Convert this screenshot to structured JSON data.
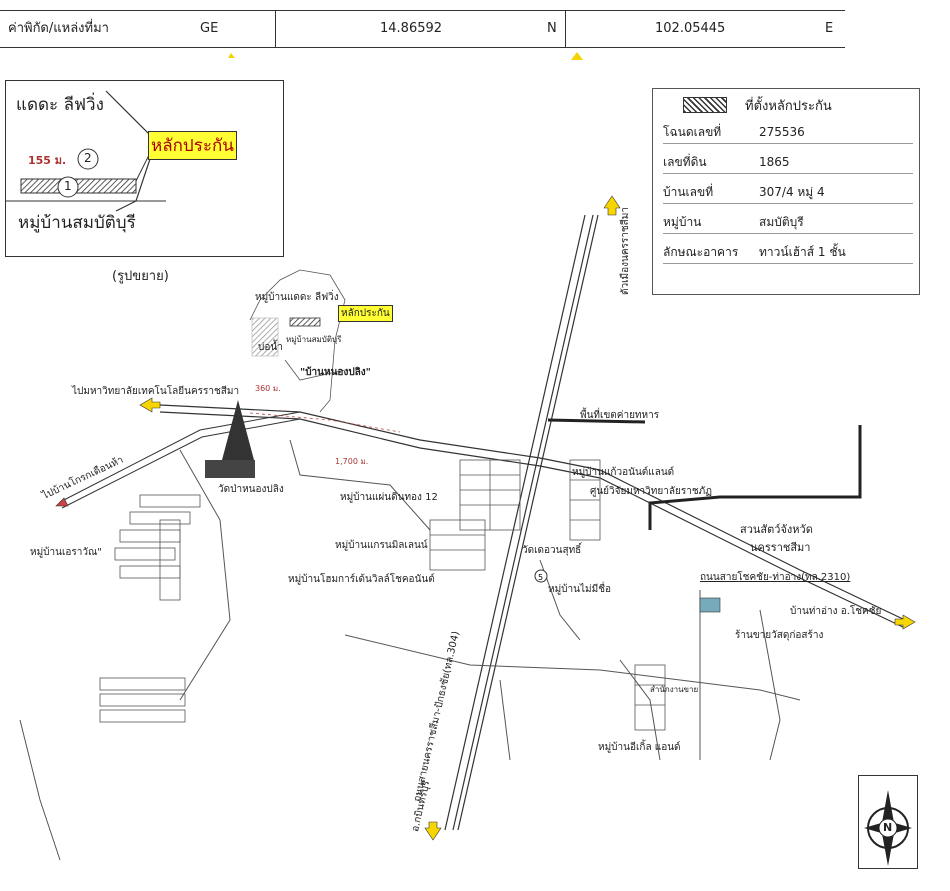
{
  "header": {
    "field_label": "ค่าพิกัด/แหล่งที่มา",
    "source": "GE",
    "latitude": "14.86592",
    "lat_dir": "N",
    "longitude": "102.05445",
    "lon_dir": "E"
  },
  "legend": {
    "swatch_label": "ที่ตั้งหลักประกัน",
    "rows": [
      {
        "key": "โฉนดเลขที่",
        "value": "275536"
      },
      {
        "key": "เลขที่ดิน",
        "value": "1865"
      },
      {
        "key": "บ้านเลขที่",
        "value": "307/4 หมู่ 4"
      },
      {
        "key": "หมู่บ้าน",
        "value": "สมบัติบุรี"
      },
      {
        "key": "ลักษณะอาคาร",
        "value": "ทาวน์เฮ้าส์ 1 ชั้น"
      }
    ]
  },
  "inset": {
    "village_top": "แดดะ ลีฟวิ่ง",
    "collateral": "หลักประกัน",
    "distance": "155 ม.",
    "marker1": "1",
    "marker2": "2",
    "village_bottom": "หมู่บ้านสมบัติบุรี",
    "caption": "(รูปขยาย)"
  },
  "map": {
    "labels": {
      "village_daddy": "หมู่บ้านแดดะ ลีฟวิ่ง",
      "collateral_small": "หลักประกัน",
      "pond": "บ่อน้ำ",
      "village_sombat": "หมู่บ้านสมบัติบุรี",
      "ban_nongpling": "\"บ้านหนองปลิง\"",
      "dist_small": "360 ม.",
      "to_tech_college": "ไปมหาวิทยาลัยเทคโนโลยีนครราชสีมา",
      "to_friendship": "ไปบ้านโกรกเดือนห้า",
      "wat": "วัดป่าหนองปลิง",
      "village_aerawan": "หมู่บ้านเอราวัณ\"",
      "dist_1700": "1,700 ม.",
      "military": "พื้นที่เขตค่ายทหาร",
      "village_phaendin": "หมู่บ้านแผ่นดินทอง 12",
      "village_grand": "หมู่บ้านแกรนมิลเลนน์",
      "village_home": "หมู่บ้านโฮมการ์เด้นวิลล์โชคอนันต์",
      "village_kaew": "หมู่บ้านแก้วอนันต์แลนด์",
      "research_center": "ศูนย์วิจัยมหาวิทยาลัยราชภัฏ",
      "zoo_1": "สวนสัตว์จังหวัด",
      "zoo_2": "นครราชสีมา",
      "dental_clinic": "วัดเดอวนสุทธิ์",
      "village_nameless": "หมู่บ้านไม่มีชื่อ",
      "road_2310": "ถนนสายโชคชัย-ท่าอ่าง(ทล.2310)",
      "ban_thaang": "บ้านท่าอ่าง อ.โชคชัย",
      "shop": "ร้านขายวัสดุก่อสร้าง",
      "office": "สำนักงานขาย",
      "village_eagle": "หมู่บ้านอีเกิ้ล แอนด์",
      "highway": "ถนนสายนครราชสีมา-ปักธงชัย(ทล.304)",
      "to_nakhon": "ตัวเมืองนครราชสีมา",
      "to_kabin": "อ.กบินทร์บุรี",
      "compass_n": "N"
    }
  }
}
